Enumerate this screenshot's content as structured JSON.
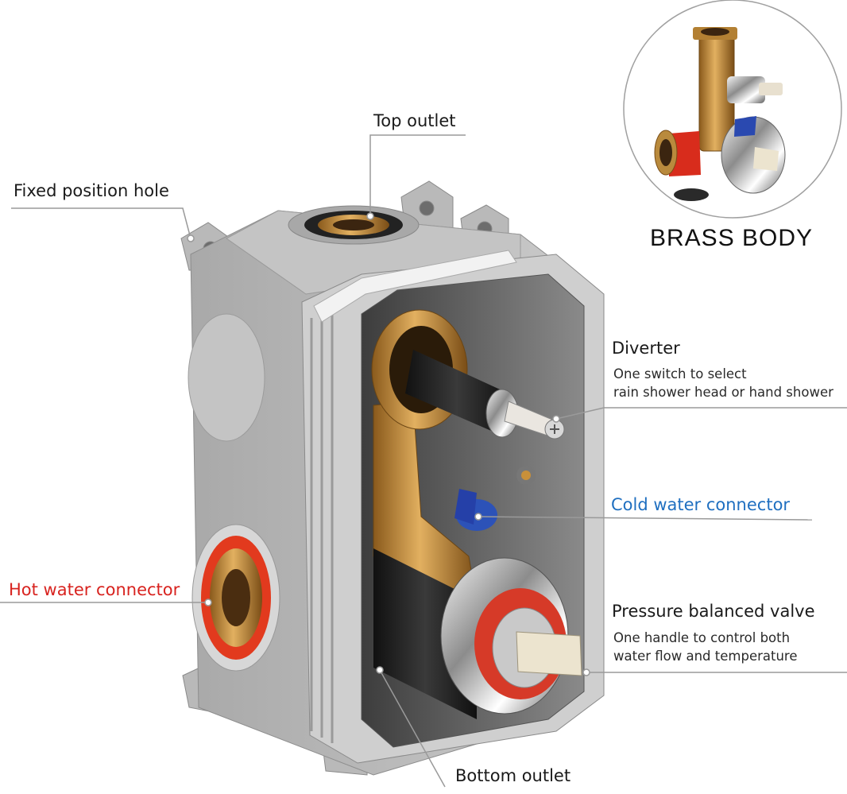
{
  "labels": {
    "top_outlet": "Top outlet",
    "fixed_position_hole": "Fixed position hole",
    "brass_body": "BRASS BODY",
    "diverter": "Diverter",
    "diverter_desc_1": "One switch to select",
    "diverter_desc_2": "rain shower head or hand shower",
    "cold_water_connector": "Cold water connector",
    "hot_water_connector": "Hot water connector",
    "pressure_balanced_valve": "Pressure balanced valve",
    "pbv_desc_1": "One handle to control both",
    "pbv_desc_2": "water flow and temperature",
    "bottom_outlet": "Bottom outlet"
  },
  "colors": {
    "cold_label": "#1f6fc0",
    "hot_label": "#d8231f",
    "housing": "#bfbfbf",
    "brass": "#c8903a",
    "leader_line": "#9a9a9a"
  },
  "icons": {
    "inset": "brass-body-inset-image",
    "product": "valve-box-product-image"
  }
}
